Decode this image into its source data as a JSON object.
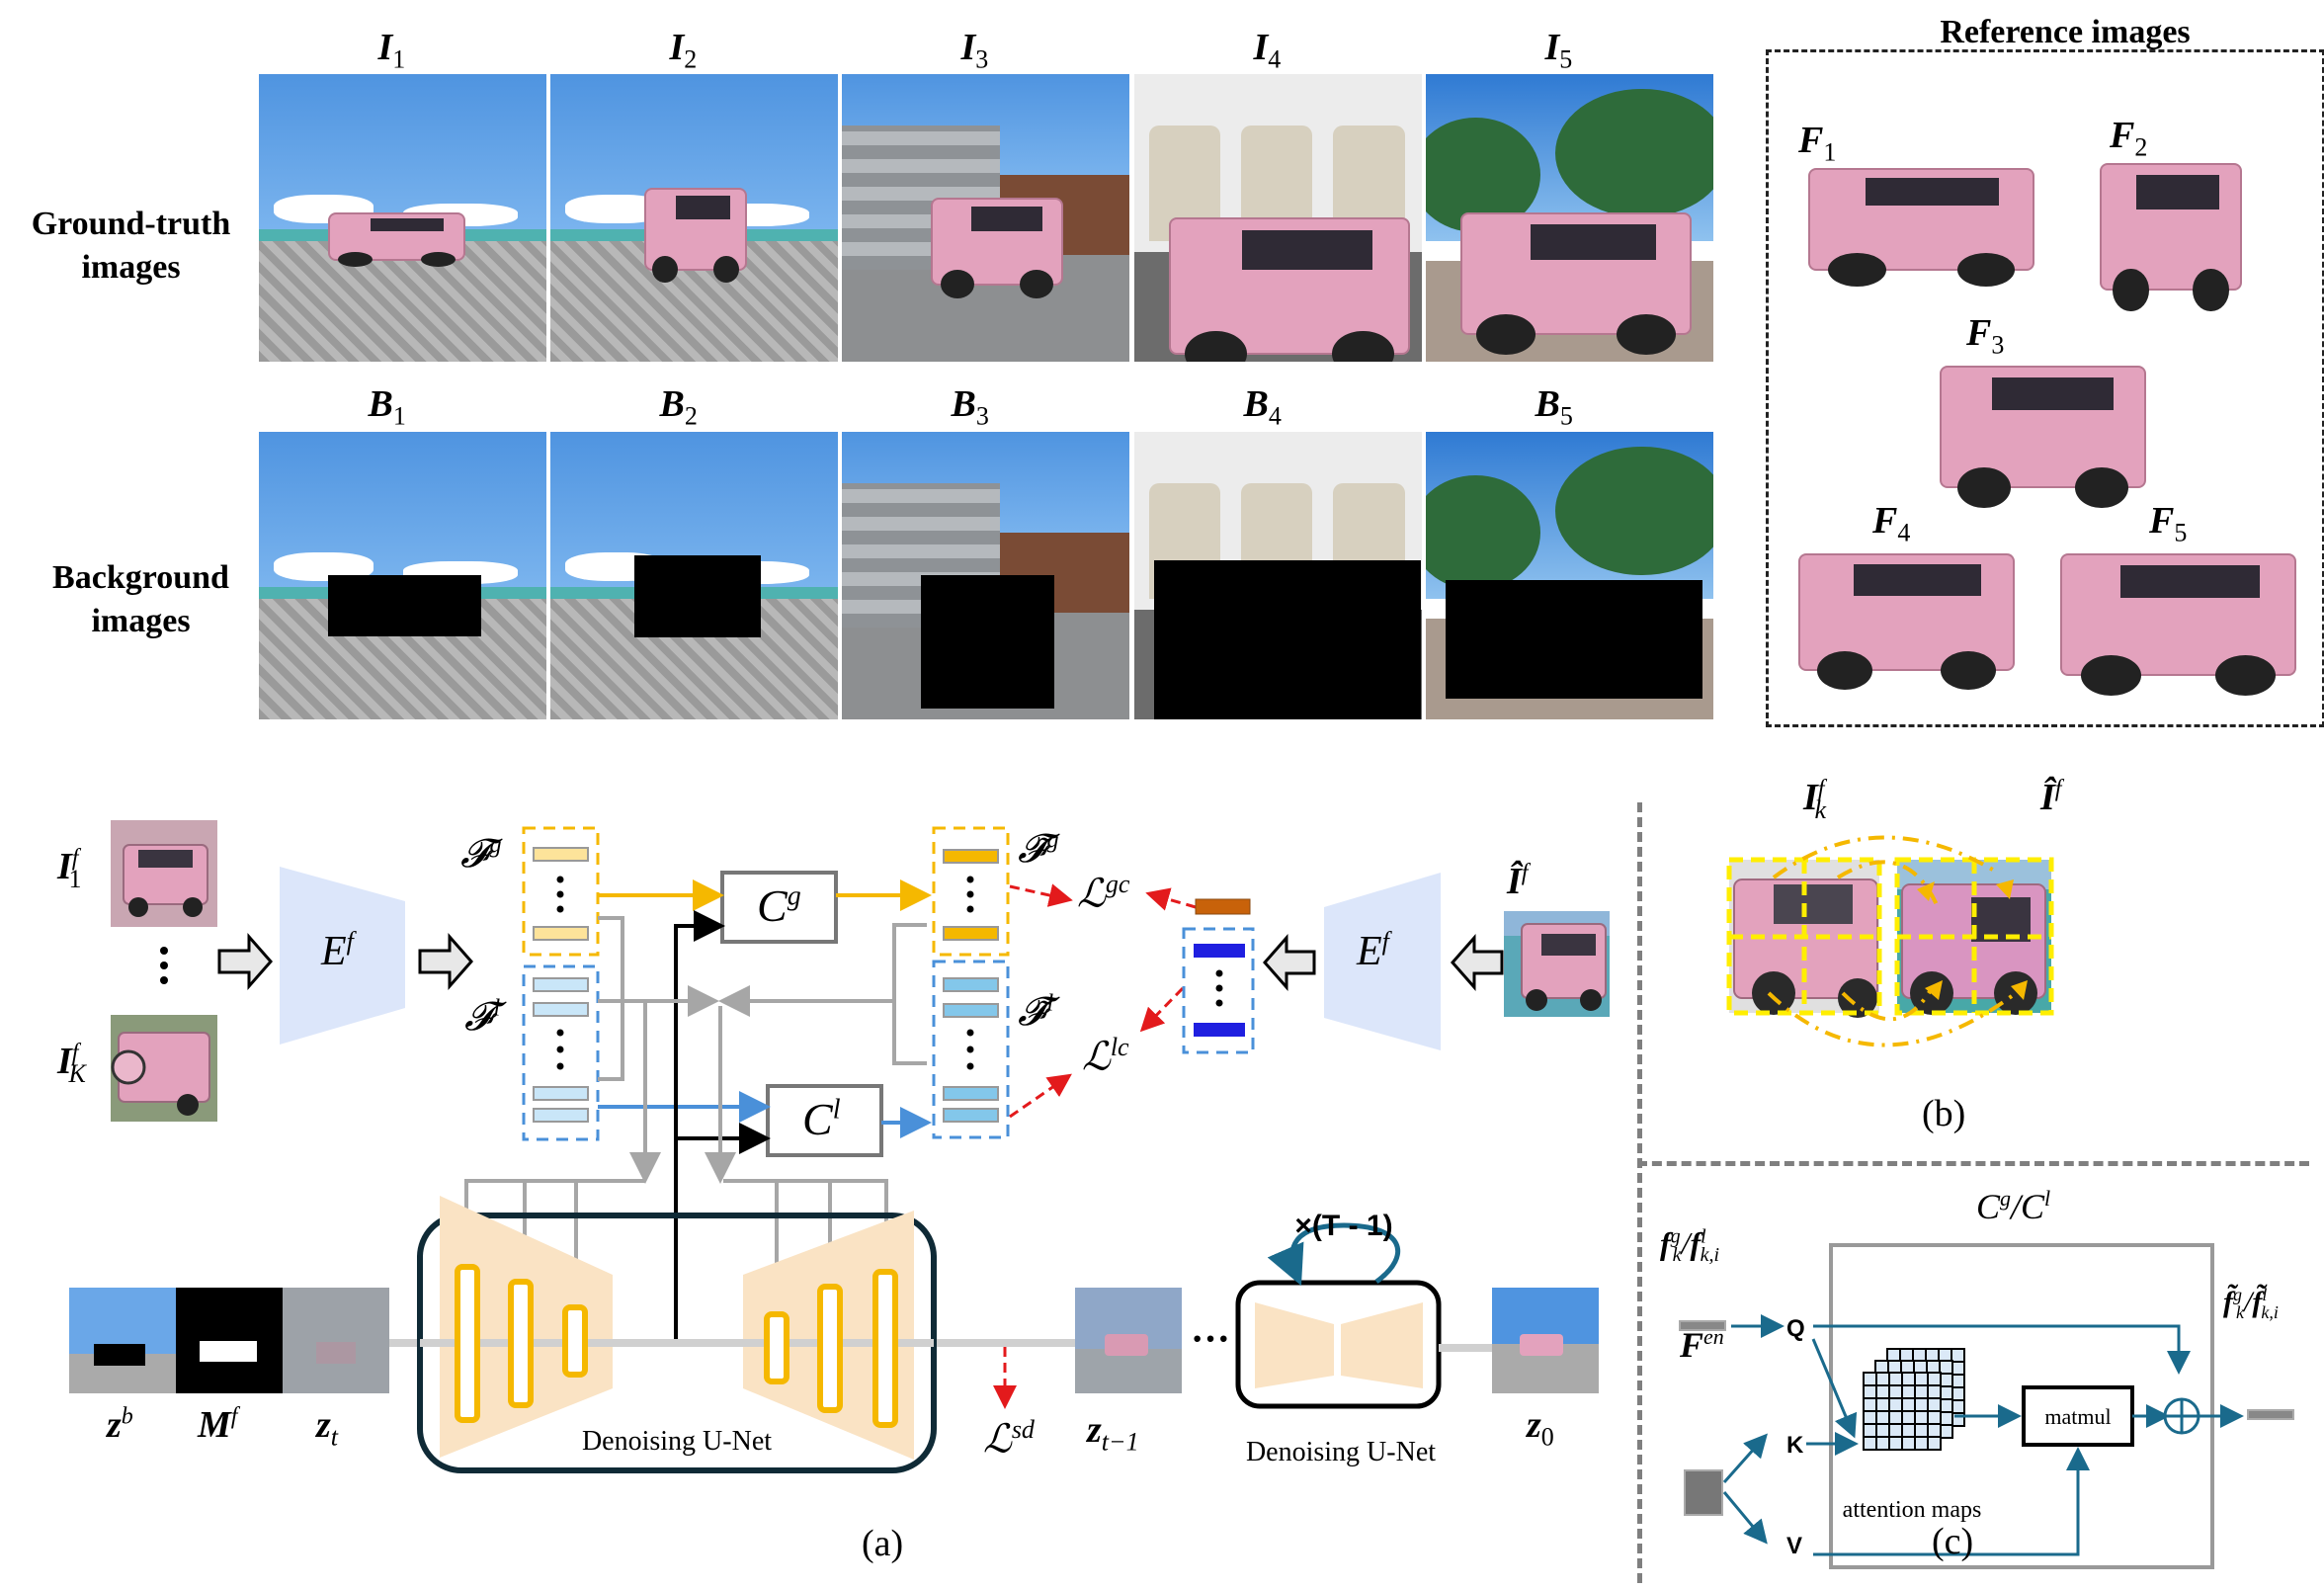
{
  "top": {
    "row_labels": {
      "ground_truth": [
        "Ground-truth",
        "images"
      ],
      "background": [
        "Background",
        "images"
      ]
    },
    "gt_images": [
      {
        "symbol": "I",
        "sub": "1",
        "scene": "waterfront-paving-side-view"
      },
      {
        "symbol": "I",
        "sub": "2",
        "scene": "waterfront-paving-front-view"
      },
      {
        "symbol": "I",
        "sub": "3",
        "scene": "container-yard"
      },
      {
        "symbol": "I",
        "sub": "4",
        "scene": "white-building"
      },
      {
        "symbol": "I",
        "sub": "5",
        "scene": "palm-trees-rear-view"
      }
    ],
    "bg_images": [
      {
        "symbol": "B",
        "sub": "1"
      },
      {
        "symbol": "B",
        "sub": "2"
      },
      {
        "symbol": "B",
        "sub": "3"
      },
      {
        "symbol": "B",
        "sub": "4"
      },
      {
        "symbol": "B",
        "sub": "5"
      }
    ],
    "reference": {
      "title": "Reference images",
      "items": [
        {
          "symbol": "F",
          "sub": "1"
        },
        {
          "symbol": "F",
          "sub": "2"
        },
        {
          "symbol": "F",
          "sub": "3"
        },
        {
          "symbol": "F",
          "sub": "4"
        },
        {
          "symbol": "F",
          "sub": "5"
        }
      ]
    },
    "colors": {
      "car_pink": "#e3a2bd",
      "sky": "#4f94e0",
      "mask": "#000000"
    }
  },
  "panel_a": {
    "caption": "(a)",
    "inputs": {
      "first": "I",
      "first_sub": "1",
      "first_sup": "f",
      "last": "I",
      "last_sub": "K",
      "last_sup": "f",
      "ellipsis": "⋮"
    },
    "encoder_left": {
      "label": "E",
      "sup": "f"
    },
    "encoder_right": {
      "label": "E",
      "sup": "f"
    },
    "feat_global": {
      "label": "𝓕",
      "sup": "g"
    },
    "feat_local": {
      "label": "𝓕",
      "sup": "l"
    },
    "feat_global_tilde": {
      "label": "𝓕̃",
      "sup": "g"
    },
    "feat_local_tilde": {
      "label": "𝓕̃",
      "sup": "l"
    },
    "cg": {
      "label": "C",
      "sup": "g"
    },
    "cl": {
      "label": "C",
      "sup": "l"
    },
    "loss_gc": {
      "label": "ℒ",
      "sup": "gc"
    },
    "loss_lc": {
      "label": "ℒ",
      "sup": "lc"
    },
    "loss_sd": {
      "label": "ℒ",
      "sup": "sd"
    },
    "target": {
      "label": "Î",
      "sup": "f"
    },
    "latents": {
      "zb": {
        "label": "z",
        "sup": "b"
      },
      "mf": {
        "label": "M",
        "sup": "f"
      },
      "zt": {
        "label": "z",
        "sub": "t"
      },
      "zt1": {
        "label": "z",
        "sub": "t−1"
      },
      "z0": {
        "label": "z",
        "sub": "0"
      }
    },
    "unet_main_label": "Denoising U-Net",
    "unet_small_label": "Denoising U-Net",
    "repeat_label": "×(T - 1)",
    "dots": "···",
    "colors": {
      "global": "#f5b800",
      "local": "#4a90d9",
      "global_fill": "#fde39a",
      "local_fill": "#c9e6f8",
      "encoder": "#dce6fa",
      "unet": "#fae3c4",
      "loss": "#e31a1c",
      "gray": "#a6a6a6",
      "target_feat": "#1f1fe0",
      "target_global": "#c8620a",
      "unet_border": "#0f2a36"
    }
  },
  "panel_b": {
    "caption": "(b)",
    "left": {
      "label": "I",
      "sub": "k",
      "sup": "f"
    },
    "right": {
      "label": "Î",
      "sup": "f"
    },
    "colors": {
      "grid": "#ffee00",
      "arc": "#f5b800"
    }
  },
  "panel_c": {
    "caption": "(c)",
    "block_title": "C^g / C^l",
    "block_title_parts": [
      "C",
      "g",
      "/",
      "C",
      "l"
    ],
    "input_label": "f_k^g / f_{k,i}^l",
    "input_parts": [
      "f",
      "g",
      "k",
      "/",
      "f",
      "l",
      "k,i"
    ],
    "encoder_feat": {
      "label": "F",
      "sup": "en"
    },
    "q": "Q",
    "k": "K",
    "v": "V",
    "attention_label": "attention maps",
    "matmul_label": "matmul",
    "output_label": "f̃_k^g / f̃_{k,i}^l",
    "output_parts": [
      "f̃",
      "g",
      "k",
      "/",
      "f̃",
      "l",
      "k,i"
    ],
    "colors": {
      "arrow": "#1a6a8c",
      "grid_fill": "#dbe9f7"
    }
  }
}
